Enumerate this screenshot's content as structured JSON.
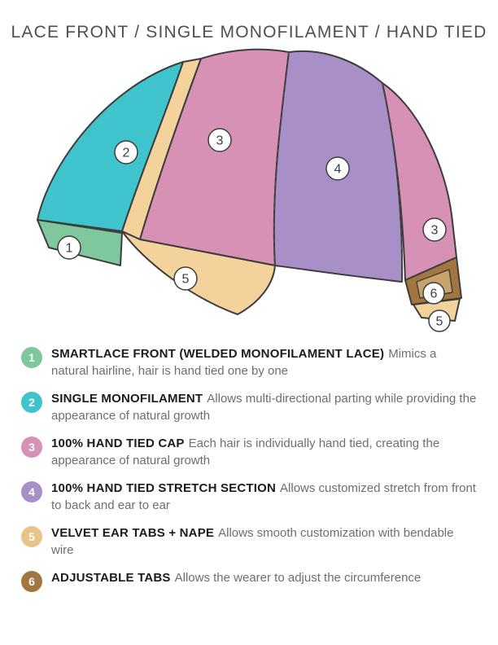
{
  "title": "LACE FRONT / SINGLE MONOFILAMENT / HAND TIED",
  "colors": {
    "outline": "#3d3d3d",
    "smartlace_front": "#7fc79c",
    "single_monofilament": "#3fc3cc",
    "hand_tied_cap": "#d791b5",
    "hand_tied_cap_back": "#d791b5",
    "stretch_section": "#a88fc7",
    "velvet_ear_tabs": "#f3d29c",
    "adjustable_tabs": "#a1763f",
    "adjustable_tab_inner": "#c9a26b",
    "marker_fill": "#ffffff",
    "marker_text": "#3d3d3d"
  },
  "diagram": {
    "markers": [
      {
        "n": "1",
        "region": "smartlace-front"
      },
      {
        "n": "2",
        "region": "single-monofilament"
      },
      {
        "n": "3",
        "region": "hand-tied-cap"
      },
      {
        "n": "4",
        "region": "stretch-section"
      },
      {
        "n": "3",
        "region": "hand-tied-cap-back"
      },
      {
        "n": "5",
        "region": "velvet-nape"
      },
      {
        "n": "6",
        "region": "adjustable-tabs"
      },
      {
        "n": "5",
        "region": "velvet-ear-tab-back"
      }
    ]
  },
  "legend": {
    "items": [
      {
        "number": "1",
        "color": "#7fc79c",
        "label": "SMARTLACE FRONT (WELDED MONOFILAMENT LACE)",
        "description": "Mimics a natural hairline, hair is hand tied one by one"
      },
      {
        "number": "2",
        "color": "#3fc3cc",
        "label": "SINGLE MONOFILAMENT",
        "description": "Allows multi-directional parting while providing the appearance of natural growth"
      },
      {
        "number": "3",
        "color": "#d791b5",
        "label": "100% HAND TIED CAP",
        "description": "Each hair is individually hand tied, creating the appearance of natural growth"
      },
      {
        "number": "4",
        "color": "#a88fc7",
        "label": "100% HAND TIED STRETCH SECTION",
        "description": "Allows customized stretch from front to back and ear to ear"
      },
      {
        "number": "5",
        "color": "#eac389",
        "label": "VELVET EAR TABS + NAPE",
        "description": "Allows smooth customization with bendable wire"
      },
      {
        "number": "6",
        "color": "#a1763f",
        "label": "ADJUSTABLE TABS",
        "description": "Allows the wearer to adjust the circumference"
      }
    ]
  }
}
